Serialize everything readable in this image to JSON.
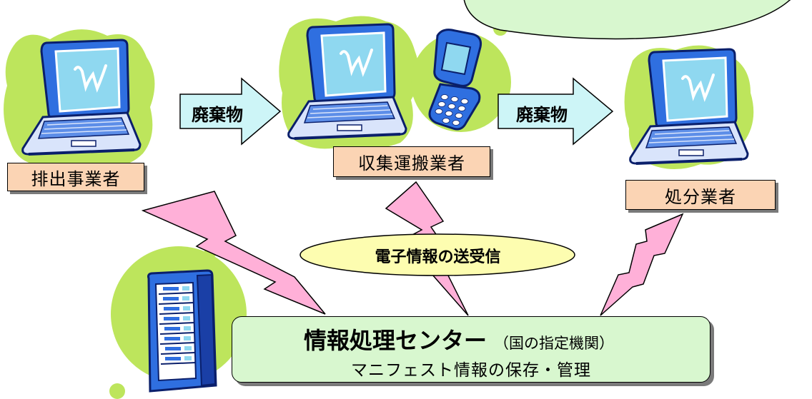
{
  "nodes": {
    "discharger": "排出事業者",
    "collector": "収集運搬業者",
    "disposer": "処分業者"
  },
  "arrows": {
    "waste_1": "廃棄物",
    "waste_2": "廃棄物"
  },
  "exchange_label": "電子情報の送受信",
  "center": {
    "title": "情報処理センター",
    "title_note": "（国の指定機関）",
    "subtitle": "マニフェスト情報の保存・管理"
  },
  "icons": [
    "laptop-icon",
    "mobile-phone-icon",
    "server-rack-icon",
    "lightning-bolt-icon",
    "block-arrow-icon"
  ],
  "colors": {
    "blob_green": "#bde55c",
    "label_fill": "#fbd4b4",
    "arrow_fill": "#cdf5f7",
    "bolt_fill": "#ffb0d8",
    "oval_fill": "#fdfdb0",
    "center_fill": "#d8f7cf",
    "callout_fill": "#d8f7cf",
    "laptop_blue": "#2f6fe0"
  }
}
